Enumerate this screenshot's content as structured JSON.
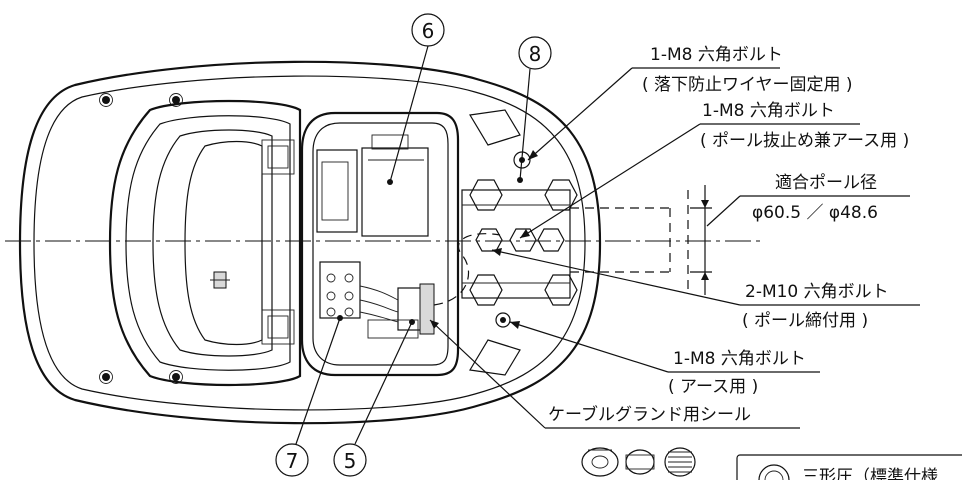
{
  "callouts": {
    "bolt_fall": {
      "line1": "1-M8 六角ボルト",
      "line2": "( 落下防止ワイヤー固定用 )"
    },
    "bolt_pole_earth": {
      "line1": "1-M8 六角ボルト",
      "line2": "( ポール抜止め兼アース用 )"
    },
    "pole_dia": {
      "line1": "適合ポール径",
      "line2": "φ60.5 ／ φ48.6"
    },
    "bolt_m10": {
      "line1": "2-M10 六角ボルト",
      "line2": "( ポール締付用 )"
    },
    "bolt_earth": {
      "line1": "1-M8 六角ボルト",
      "line2": "( アース用 )"
    },
    "cable_seal": {
      "line1": "ケーブルグランド用シール"
    },
    "legend_partial": "三形圧（標準仕様"
  },
  "part_numbers": {
    "p6": "6",
    "p8": "8",
    "p7": "7",
    "p5": "5"
  }
}
